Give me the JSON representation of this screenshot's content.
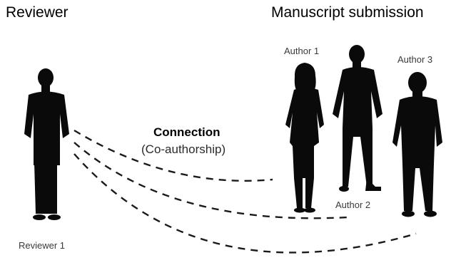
{
  "headings": {
    "left": "Reviewer",
    "right": "Manuscript submission"
  },
  "people": {
    "reviewer_1": "Reviewer 1",
    "author_1": "Author 1",
    "author_2": "Author 2",
    "author_3": "Author 3"
  },
  "connection": {
    "title": "Connection",
    "subtitle": "(Co-authorship)"
  }
}
